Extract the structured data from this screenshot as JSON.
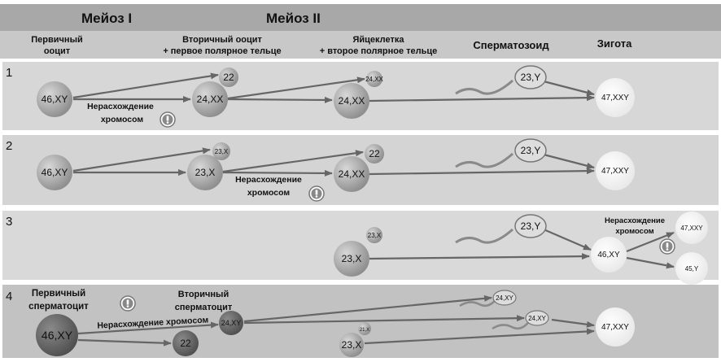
{
  "header": {
    "meiosis1": "Мейоз I",
    "meiosis2": "Мейоз II"
  },
  "columns": {
    "primary_oocyte": [
      "Первичный",
      "ооцит"
    ],
    "secondary_oocyte": [
      "Вторичный ооцит",
      "+ первое полярное тельце"
    ],
    "egg": [
      "Яйцеклетка",
      "+ второе полярное тельце"
    ],
    "sperm": "Сперматозоид",
    "zygote": "Зигота"
  },
  "nondisjunction": [
    "Нерасхождение",
    "хромосом"
  ],
  "nondisjunction_inline": "Нерасхождение хромосом",
  "rows": [
    {
      "num": "1",
      "cells": {
        "c1": "46,XY",
        "polar1": "22",
        "c2": "24,XX",
        "polar2": "24,XX",
        "c3": "24,XX",
        "sperm": "23,Y",
        "zygote": "47,XXY"
      }
    },
    {
      "num": "2",
      "cells": {
        "c1": "46,XY",
        "polar1": "23,X",
        "c2": "23,X",
        "polar2": "22",
        "c3": "24,XX",
        "sperm": "23,Y",
        "zygote": "47,XXY"
      }
    },
    {
      "num": "3",
      "cells": {
        "polar2": "23,X",
        "c3": "23,X",
        "sperm": "23,Y",
        "zygote": "46,XY",
        "out1": "47,XXY",
        "out2": "45,Y"
      }
    },
    {
      "num": "4",
      "labels": {
        "primary": [
          "Первичный",
          "сперматоцит"
        ],
        "secondary": [
          "Вторичный",
          "сперматоцит"
        ]
      },
      "cells": {
        "c1": "46,XY",
        "c2": "24,XY",
        "c2b": "22",
        "sperm1": "24,XY",
        "sperm2": "24,XY",
        "polar": "21,X",
        "egg": "23,X",
        "zygote": "47,XXY"
      }
    }
  ]
}
